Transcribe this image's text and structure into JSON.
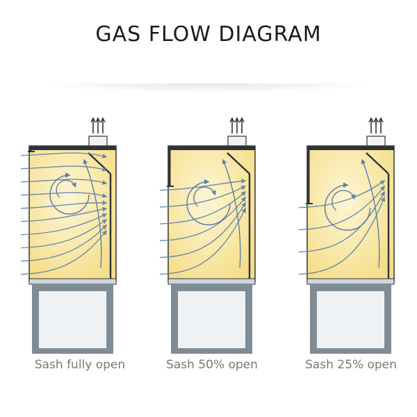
{
  "title": "GAS FLOW DIAGRAM",
  "colors": {
    "interior_light": "#fdf6d6",
    "interior_dark": "#f5dd86",
    "frame": "#2f3338",
    "stand": "#7f8c96",
    "stand_light": "#dfe6ec",
    "arrow": "#5b7fa6",
    "caption": "#777777"
  },
  "hoods": [
    {
      "caption": "Sash fully open",
      "sash_open": 1.0,
      "exhaust_arrows": 3
    },
    {
      "caption": "Sash 50% open",
      "sash_open": 0.5,
      "exhaust_arrows": 3
    },
    {
      "caption": "Sash 25% open",
      "sash_open": 0.25,
      "exhaust_arrows": 3
    }
  ]
}
